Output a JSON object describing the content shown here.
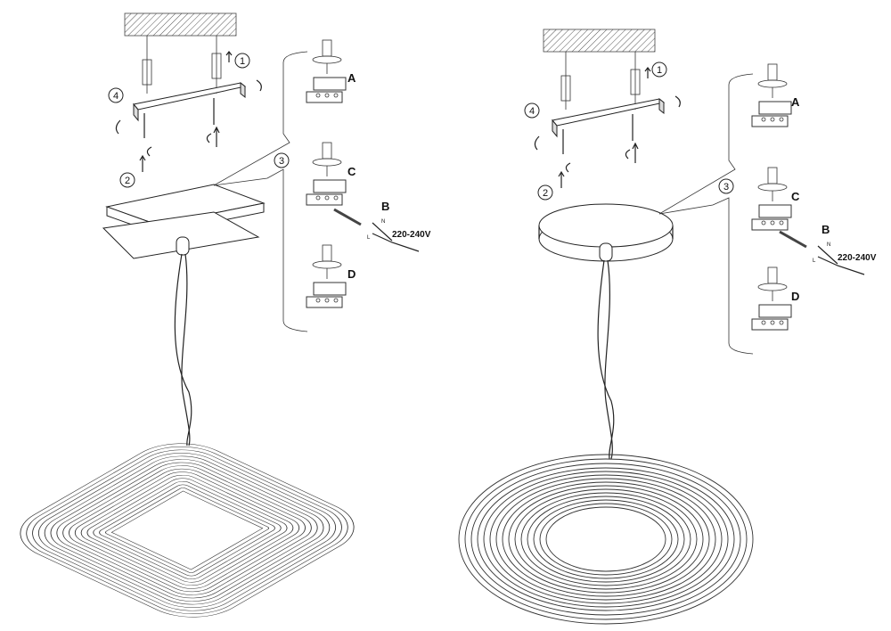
{
  "diagrams": [
    {
      "variant": "square",
      "step_numbers": [
        "1",
        "2",
        "3",
        "4"
      ],
      "wiring_steps": [
        "A",
        "B",
        "C",
        "D"
      ],
      "neutral": "N",
      "live": "L",
      "voltage": "220-240V"
    },
    {
      "variant": "round",
      "step_numbers": [
        "1",
        "2",
        "3",
        "4"
      ],
      "wiring_steps": [
        "A",
        "B",
        "C",
        "D"
      ],
      "neutral": "N",
      "live": "L",
      "voltage": "220-240V"
    }
  ]
}
